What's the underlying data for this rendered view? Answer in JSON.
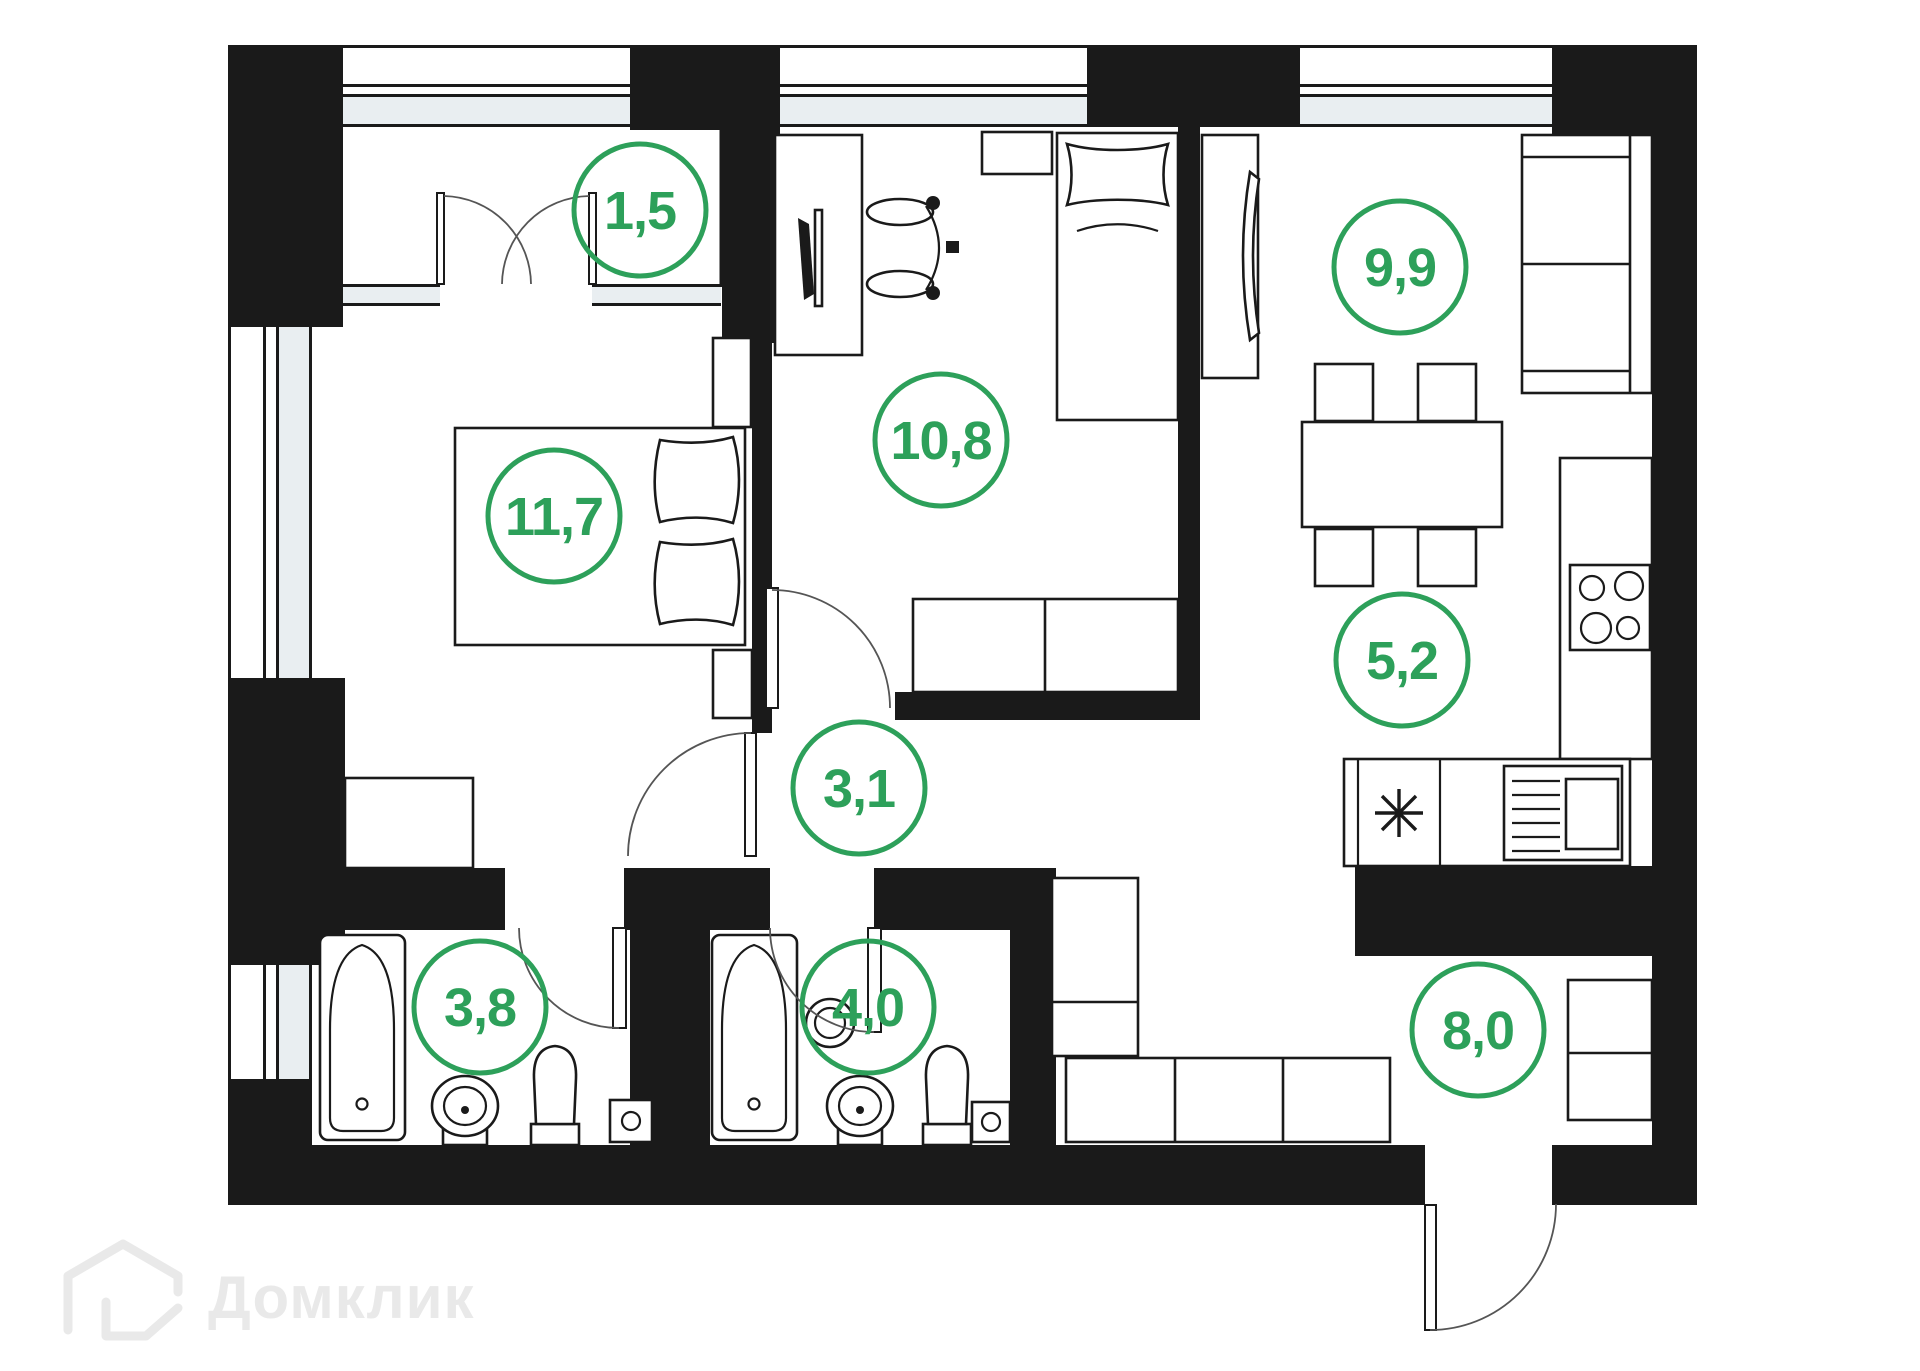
{
  "plan": {
    "watermark": {
      "brand": "Домклик"
    },
    "colors": {
      "accent_green": "#2da05a",
      "wall_black": "#1a1a1a",
      "window_glass": "#e9eef1",
      "watermark_gray": "#e9e9e9"
    },
    "rooms": [
      {
        "id": "loggia",
        "area": "1,5"
      },
      {
        "id": "bedroom-main",
        "area": "11,7"
      },
      {
        "id": "bedroom-second",
        "area": "10,8"
      },
      {
        "id": "living-room",
        "area": "9,9"
      },
      {
        "id": "kitchen",
        "area": "5,2"
      },
      {
        "id": "hallway",
        "area": "3,1"
      },
      {
        "id": "bathroom-first",
        "area": "3,8"
      },
      {
        "id": "bathroom-second",
        "area": "4,0"
      },
      {
        "id": "entry-hall",
        "area": "8,0"
      }
    ]
  }
}
